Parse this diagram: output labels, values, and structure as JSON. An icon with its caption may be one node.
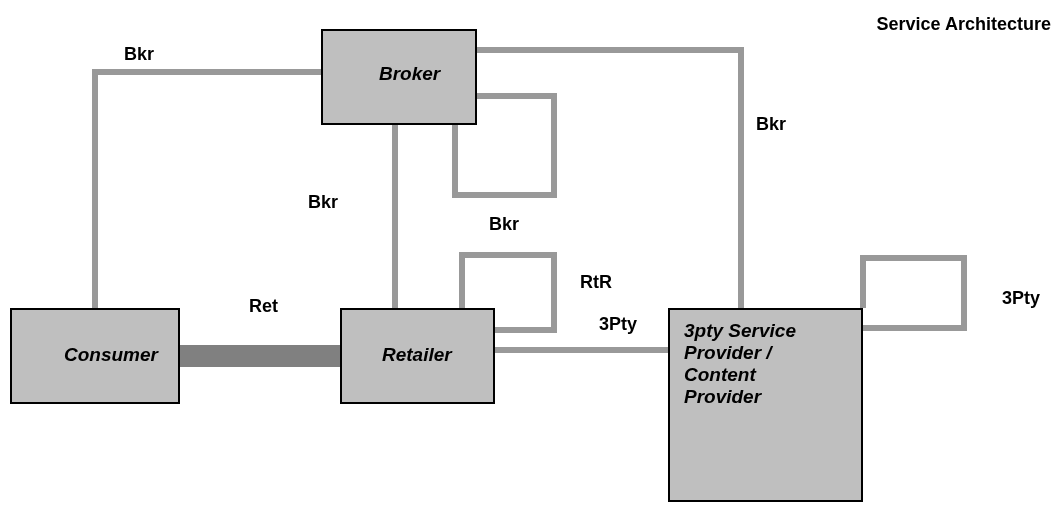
{
  "diagram": {
    "title": "Service Architecture",
    "nodes": [
      {
        "text": [
          "Broker"
        ]
      },
      {
        "text": [
          "Consumer"
        ]
      },
      {
        "text": [
          "Retailer"
        ]
      },
      {
        "text": [
          "3pty Service Provider / Content Provider"
        ]
      }
    ],
    "edges": [
      {
        "from": 1,
        "to": 0,
        "arrow": "none",
        "label": "Bkr"
      },
      {
        "from": 0,
        "to": 3,
        "arrow": "none",
        "label": "Bkr"
      },
      {
        "from": 0,
        "to": 0,
        "arrow": "none",
        "label": "Bkr"
      },
      {
        "from": 0,
        "to": 2,
        "arrow": "none",
        "label": "Bkr"
      },
      {
        "from": 2,
        "to": 2,
        "arrow": "none",
        "label": "RtR"
      },
      {
        "from": 1,
        "to": 2,
        "arrow": "none",
        "label": "Ret",
        "style": "thick",
        "color": "#808080"
      },
      {
        "from": 2,
        "to": 3,
        "arrow": "none",
        "label": "3Pty"
      },
      {
        "from": 3,
        "to": 3,
        "arrow": "none",
        "label": "3Pty"
      }
    ]
  }
}
